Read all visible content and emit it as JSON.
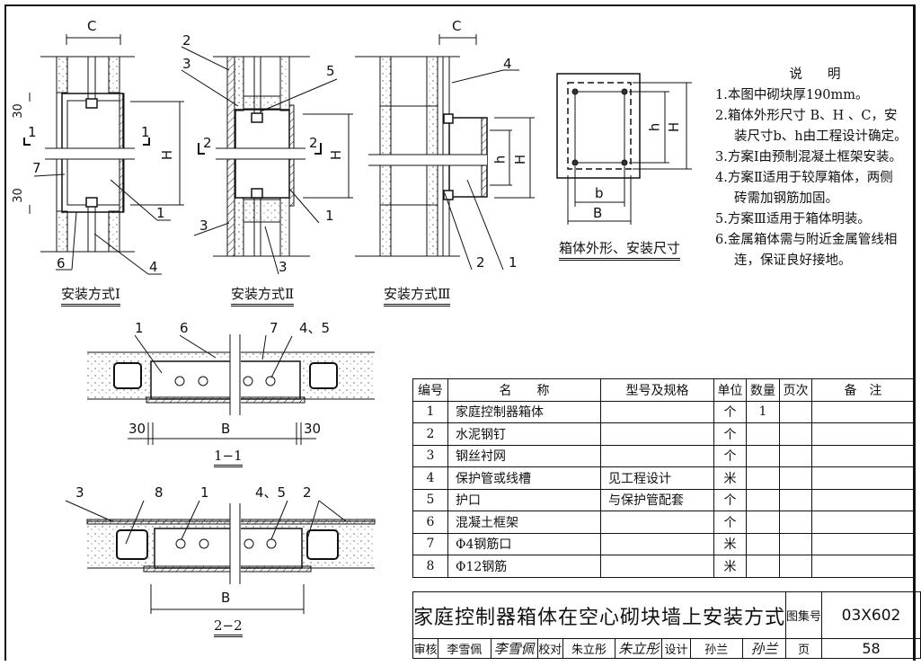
{
  "drawing": {
    "views": {
      "method1": {
        "caption": "安装方式Ⅰ",
        "dims": {
          "c": "C",
          "h_total": "H",
          "top_gap": "30",
          "bottom_gap": "30"
        },
        "section_marks": [
          "1",
          "1"
        ],
        "callouts": [
          "7",
          "6",
          "1",
          "4"
        ]
      },
      "method2": {
        "caption": "安装方式Ⅱ",
        "dims": {
          "h_total": "H"
        },
        "section_marks": [
          "2",
          "2"
        ],
        "callouts": [
          "2",
          "3",
          "5",
          "1",
          "3",
          "3"
        ]
      },
      "method3": {
        "caption": "安装方式Ⅲ",
        "dims": {
          "c": "C",
          "h_inner": "h",
          "h_total": "H"
        },
        "callouts": [
          "4",
          "2",
          "1"
        ]
      },
      "box_outline": {
        "caption": "箱体外形、安装尺寸",
        "dims": {
          "h_inner": "h",
          "h_total": "H",
          "b_inner": "b",
          "b_total": "B"
        }
      },
      "section_1_1": {
        "caption": "1−1",
        "dims": {
          "left_gap": "30",
          "width": "B",
          "right_gap": "30"
        },
        "callouts": [
          "1",
          "6",
          "7",
          "4、5"
        ]
      },
      "section_2_2": {
        "caption": "2−2",
        "dims": {
          "width": "B"
        },
        "callouts": [
          "3",
          "8",
          "1",
          "4、5",
          "2"
        ]
      }
    }
  },
  "notes": {
    "title": "说明",
    "items": [
      {
        "text": "1.本图中砌块厚190mm。"
      },
      {
        "text": "2.箱体外形尺寸 B、H 、C，安",
        "cont": "装尺寸b、h由工程设计确定。"
      },
      {
        "text": "3.方案Ⅰ由预制混凝土框架安装。"
      },
      {
        "text": "4.方案Ⅱ适用于较厚箱体，两侧",
        "cont": "砖需加钢筋加固。"
      },
      {
        "text": "5.方案Ⅲ适用于箱体明装。"
      },
      {
        "text": "6.金属箱体需与附近金属管线相",
        "cont": "连，保证良好接地。"
      }
    ]
  },
  "materials_table": {
    "headers": [
      "编号",
      "名　　称",
      "型号及规格",
      "单位",
      "数量",
      "页次",
      "备　注"
    ],
    "rows": [
      {
        "no": "1",
        "name": "家庭控制器箱体",
        "spec": "",
        "unit": "个",
        "qty": "1",
        "page": "",
        "remark": ""
      },
      {
        "no": "2",
        "name": "水泥钢钉",
        "spec": "",
        "unit": "个",
        "qty": "",
        "page": "",
        "remark": ""
      },
      {
        "no": "3",
        "name": "钢丝衬网",
        "spec": "",
        "unit": "个",
        "qty": "",
        "page": "",
        "remark": ""
      },
      {
        "no": "4",
        "name": "保护管或线槽",
        "spec": "见工程设计",
        "unit": "米",
        "qty": "",
        "page": "",
        "remark": ""
      },
      {
        "no": "5",
        "name": "护口",
        "spec": "与保护管配套",
        "unit": "个",
        "qty": "",
        "page": "",
        "remark": ""
      },
      {
        "no": "6",
        "name": "混凝土框架",
        "spec": "",
        "unit": "个",
        "qty": "",
        "page": "",
        "remark": ""
      },
      {
        "no": "7",
        "name": "Φ4钢筋口",
        "spec": "",
        "unit": "米",
        "qty": "",
        "page": "",
        "remark": ""
      },
      {
        "no": "8",
        "name": "Φ12钢筋",
        "spec": "",
        "unit": "米",
        "qty": "",
        "page": "",
        "remark": ""
      }
    ]
  },
  "title_block": {
    "title": "家庭控制器箱体在空心砌块墙上安装方式",
    "atlas_label": "图集号",
    "atlas_no": "03X602",
    "review_label": "审核",
    "reviewer": "李雪佩",
    "reviewer_sig": "李雪佩",
    "check_label": "校对",
    "checker": "朱立彤",
    "checker_sig": "朱立彤",
    "design_label": "设计",
    "designer": "孙兰",
    "designer_sig": "孙兰",
    "page_label": "页",
    "page_no": "58"
  }
}
